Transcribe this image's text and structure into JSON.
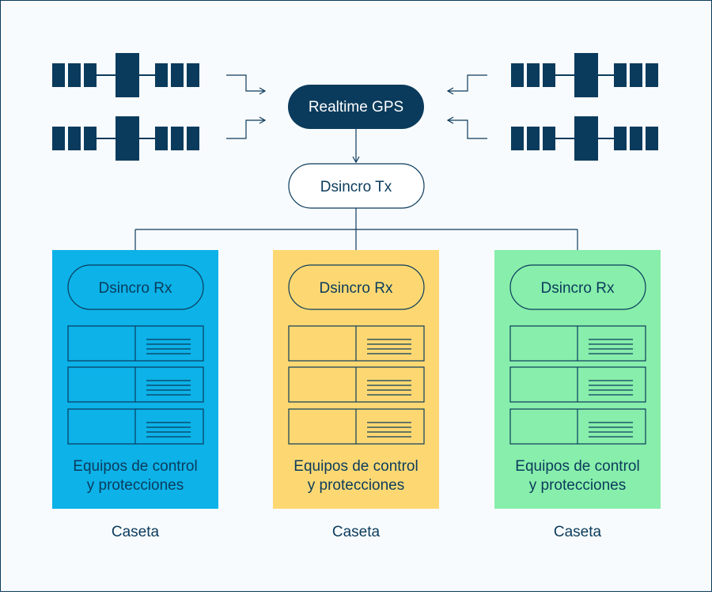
{
  "colors": {
    "navy": "#0b3b5c",
    "frame_bg": "#f8fbfd",
    "caseta_blue": "#0cb2e8",
    "caseta_yellow": "#fdd872",
    "caseta_green": "#87eeab"
  },
  "icons": {
    "satellite": "satellite-icon",
    "device_lines": "lines-icon"
  },
  "gps": {
    "label": "Realtime GPS"
  },
  "tx": {
    "label": "Dsincro Tx"
  },
  "casetas": [
    {
      "color": "#0cb2e8",
      "rx_label": "Dsincro Rx",
      "equipment_line1": "Equipos de control",
      "equipment_line2": "y protecciones",
      "caption": "Caseta"
    },
    {
      "color": "#fdd872",
      "rx_label": "Dsincro Rx",
      "equipment_line1": "Equipos de control",
      "equipment_line2": "y protecciones",
      "caption": "Caseta"
    },
    {
      "color": "#87eeab",
      "rx_label": "Dsincro Rx",
      "equipment_line1": "Equipos de control",
      "equipment_line2": "y protecciones",
      "caption": "Caseta"
    }
  ]
}
